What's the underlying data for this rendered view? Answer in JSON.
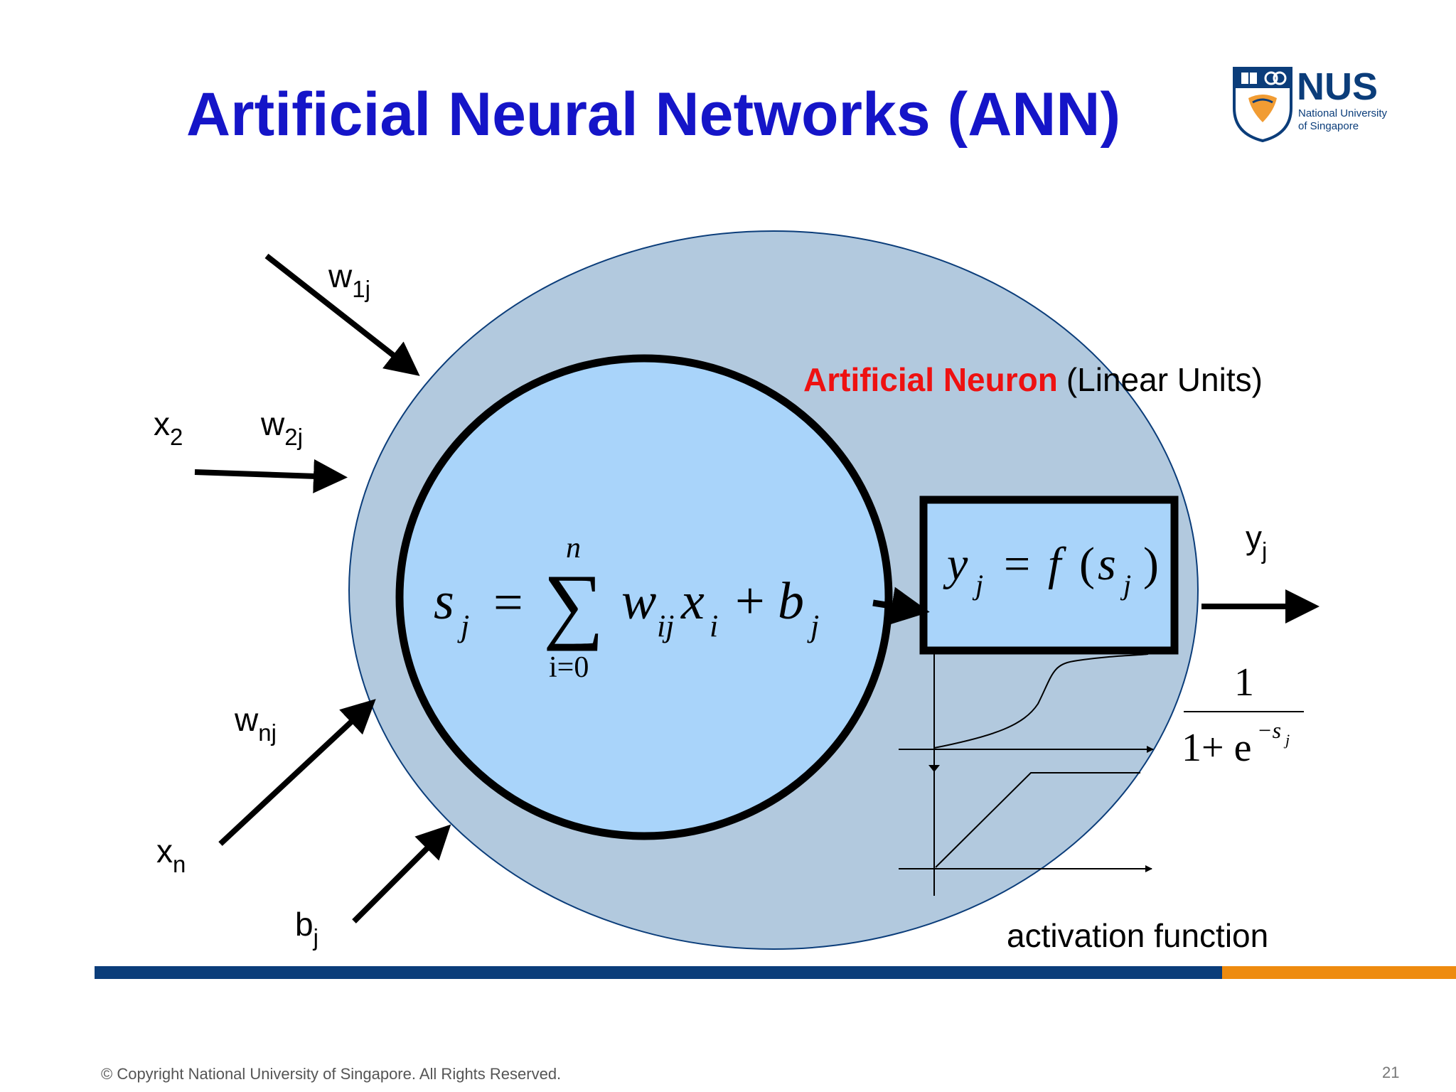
{
  "slide": {
    "title": "Artificial Neural Networks (ANN)",
    "footer": "© Copyright National University of Singapore. All Rights Reserved.",
    "page_number": "21"
  },
  "logo": {
    "name": "NUS",
    "line1": "National University",
    "line2": "of Singapore"
  },
  "diagram": {
    "neuron_label_red": "Artificial Neuron",
    "neuron_label_black": "(Linear Units)",
    "activation_label": "activation function",
    "inputs": {
      "x2": {
        "main": "x",
        "sub": "2"
      },
      "xn": {
        "main": "x",
        "sub": "n"
      },
      "bj": {
        "main": "b",
        "sub": "j"
      },
      "w1j": {
        "main": "w",
        "sub": "1j"
      },
      "w2j": {
        "main": "w",
        "sub": "2j"
      },
      "wnj": {
        "main": "w",
        "sub": "nj"
      }
    },
    "output": {
      "main": "y",
      "sub": "j"
    },
    "formula_sum": {
      "s": "s",
      "j": "j",
      "eq": "=",
      "sigma": "∑",
      "upper": "n",
      "lower": "i=0",
      "w": "w",
      "ij": "ij",
      "x": "x",
      "i": "i",
      "plus": "+",
      "b": "b",
      "bj": "j"
    },
    "formula_activation": {
      "y": "y",
      "j": "j",
      "eq": "=",
      "f": "f",
      "open": "(",
      "s": "s",
      "sj": "j",
      "close": ")"
    },
    "sigmoid_formula": {
      "numerator": "1",
      "denominator": "1+ e",
      "exponent": "−s",
      "exp_sub": "j"
    },
    "colors": {
      "outer_circle": "#b2c9de",
      "inner_circle": "#a9d4fa",
      "title": "#1515c8",
      "red_label": "#ee1111"
    }
  }
}
